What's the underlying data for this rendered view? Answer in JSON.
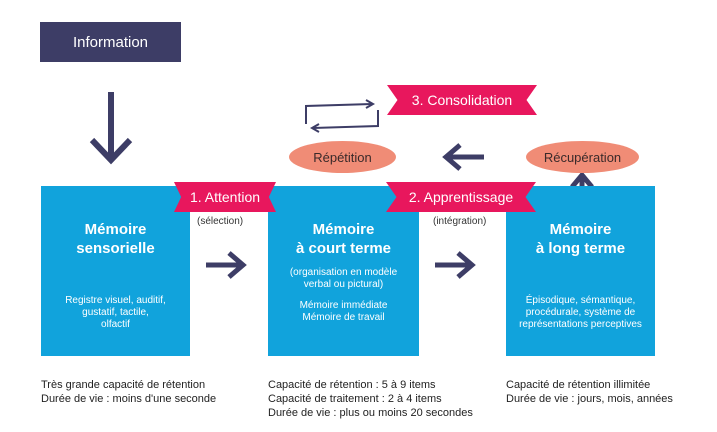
{
  "information_label": "Information",
  "memories": {
    "sensorielle": {
      "title_line1": "Mémoire",
      "title_line2": "sensorielle",
      "details": [
        "Registre visuel, auditif,",
        "gustatif, tactile,",
        "olfactif"
      ]
    },
    "court_terme": {
      "title_line1": "Mémoire",
      "title_line2": "à court terme",
      "note": [
        "(organisation en modèle",
        "verbal ou pictural)"
      ],
      "details": [
        "Mémoire immédiate",
        "Mémoire de travail"
      ]
    },
    "long_terme": {
      "title_line1": "Mémoire",
      "title_line2": "à long terme",
      "details": [
        "Épisodique, sémantique,",
        "procédurale, système de",
        "représentations perceptives"
      ]
    }
  },
  "processes": {
    "attention": "1. Attention",
    "selection": "(sélection)",
    "apprentissage": "2. Apprentissage",
    "integration": "(intégration)",
    "consolidation": "3. Consolidation",
    "repetition": "Répétition",
    "recuperation": "Récupération"
  },
  "captions": {
    "sensorielle": [
      "Très grande capacité de rétention",
      "Durée de vie : moins d'une seconde"
    ],
    "court_terme": [
      "Capacité de rétention : 5 à 9 items",
      "Capacité de traitement : 2 à 4 items",
      "Durée de vie : plus ou moins 20 secondes"
    ],
    "long_terme": [
      "Capacité de rétention illimitée",
      "Durée de vie : jours, mois, années"
    ]
  },
  "colors": {
    "navy": "#3d3d66",
    "box_blue": "#11a3dc",
    "ribbon_pink": "#e8175d",
    "oval_salmon": "#f08c76"
  }
}
